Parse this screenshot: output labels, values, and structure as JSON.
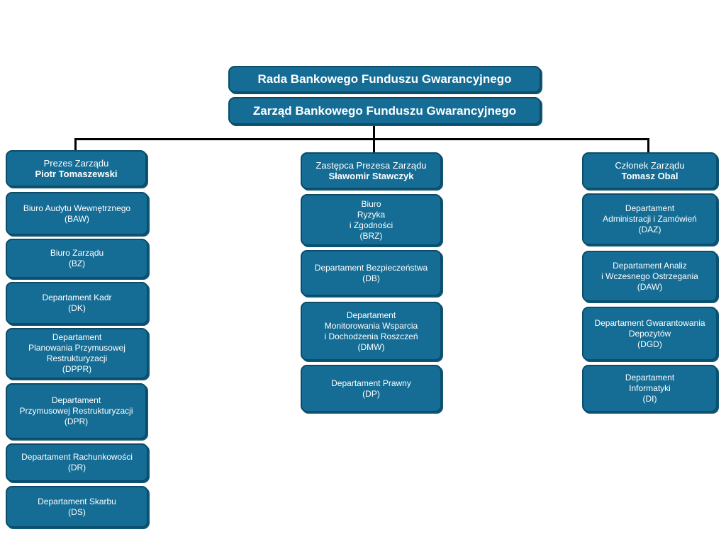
{
  "top": {
    "council": "Rada Bankowego Funduszu Gwarancyjnego",
    "board": "Zarząd Bankowego Funduszu Gwarancyjnego"
  },
  "columns": [
    {
      "role": "Prezes Zarządu",
      "name": "Piotr Tomaszewski",
      "units": [
        {
          "lines": [
            "Biuro Audytu Wewnętrznego",
            "(BAW)"
          ]
        },
        {
          "lines": [
            "Biuro Zarządu",
            "(BZ)"
          ]
        },
        {
          "lines": [
            "Departament Kadr",
            "(DK)"
          ]
        },
        {
          "lines": [
            "Departament",
            "Planowania Przymusowej",
            "Restrukturyzacji",
            "(DPPR)"
          ]
        },
        {
          "lines": [
            "Departament",
            "Przymusowej Restrukturyzacji",
            "(DPR)"
          ]
        },
        {
          "lines": [
            "Departament Rachunkowości",
            "(DR)"
          ]
        },
        {
          "lines": [
            "Departament Skarbu",
            "(DS)"
          ]
        }
      ]
    },
    {
      "role": "Zastępca Prezesa Zarządu",
      "name": "Sławomir Stawczyk",
      "units": [
        {
          "lines": [
            "Biuro",
            "Ryzyka",
            "i Zgodności",
            "(BRZ)"
          ]
        },
        {
          "lines": [
            "Departament Bezpieczeństwa",
            "(DB)"
          ]
        },
        {
          "lines": [
            "Departament",
            "Monitorowania Wsparcia",
            "i Dochodzenia Roszczeń",
            "(DMW)"
          ]
        },
        {
          "lines": [
            "Departament Prawny",
            "(DP)"
          ]
        }
      ]
    },
    {
      "role": "Członek Zarządu",
      "name": "Tomasz Obal",
      "units": [
        {
          "lines": [
            "Departament",
            "Administracji i Zamówień",
            "(DAZ)"
          ]
        },
        {
          "lines": [
            "Departament Analiz",
            "i Wczesnego Ostrzegania",
            "(DAW)"
          ]
        },
        {
          "lines": [
            "Departament Gwarantowania",
            "Depozytów",
            "(DGD)"
          ]
        },
        {
          "lines": [
            "Departament",
            "Informatyki",
            "(DI)"
          ]
        }
      ]
    }
  ]
}
